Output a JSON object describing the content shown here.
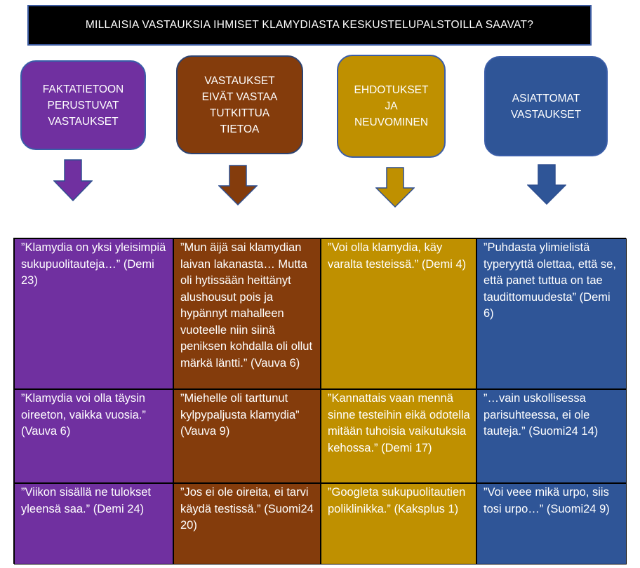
{
  "colors": {
    "col1": "#7030a0",
    "col2": "#843c0c",
    "col3": "#bf9000",
    "col4": "#2f5597",
    "title_bg": "#000000",
    "title_border": "#3b5aa0"
  },
  "title": "MILLAISIA VASTAUKSIA IHMISET KLAMYDIASTA KESKUSTELUPALSTOILLA SAAVAT?",
  "categories": [
    {
      "label": "FAKTATIETOON\nPERUSTUVAT\nVASTAUKSET"
    },
    {
      "label": "VASTAUKSET\nEIVÄT VASTAA\nTUTKITTUA\nTIETOA"
    },
    {
      "label": "EHDOTUKSET\nJA\nNEUVOMINEN"
    },
    {
      "label": "ASIATTOMAT\nVASTAUKSET"
    }
  ],
  "arrows": [
    "down-arrow-icon",
    "down-arrow-icon",
    "down-arrow-icon",
    "down-arrow-icon"
  ],
  "table": {
    "rows": [
      [
        "”Klamydia on yksi yleisimpiä sukupuolitauteja…” (Demi 23)",
        "”Mun äijä sai klamydian laivan lakanasta… Mutta oli hytissään heittänyt alushousut pois ja hypännyt mahalleen vuoteelle niin siinä peniksen kohdalla oli ollut märkä läntti.” (Vauva 6)",
        "”Voi olla klamydia, käy varalta testeissä.” (Demi 4)",
        "”Puhdasta ylimielistä typeryyttä olettaa, että se, että panet tuttua on tae taudittomuudesta” (Demi 6)"
      ],
      [
        "”Klamydia voi olla täysin oireeton, vaikka vuosia.” (Vauva 6)",
        "”Miehelle oli tarttunut kylpypaljusta klamydia” (Vauva 9)",
        "”Kannattais vaan mennä sinne testeihin eikä odotella mitään tuhoisia vaikutuksia kehossa.” (Demi 17)",
        "”…vain uskollisessa parisuhteessa, ei ole tauteja.” (Suomi24 14)"
      ],
      [
        "”Viikon sisällä ne tulokset yleensä saa.” (Demi 24)",
        "”Jos ei ole oireita, ei tarvi käydä testissä.” (Suomi24 20)",
        "”Googleta sukupuolitautien poliklinikka.” (Kaksplus 1)",
        "”Voi veee mikä urpo, siis tosi urpo…” (Suomi24 9)"
      ]
    ]
  }
}
